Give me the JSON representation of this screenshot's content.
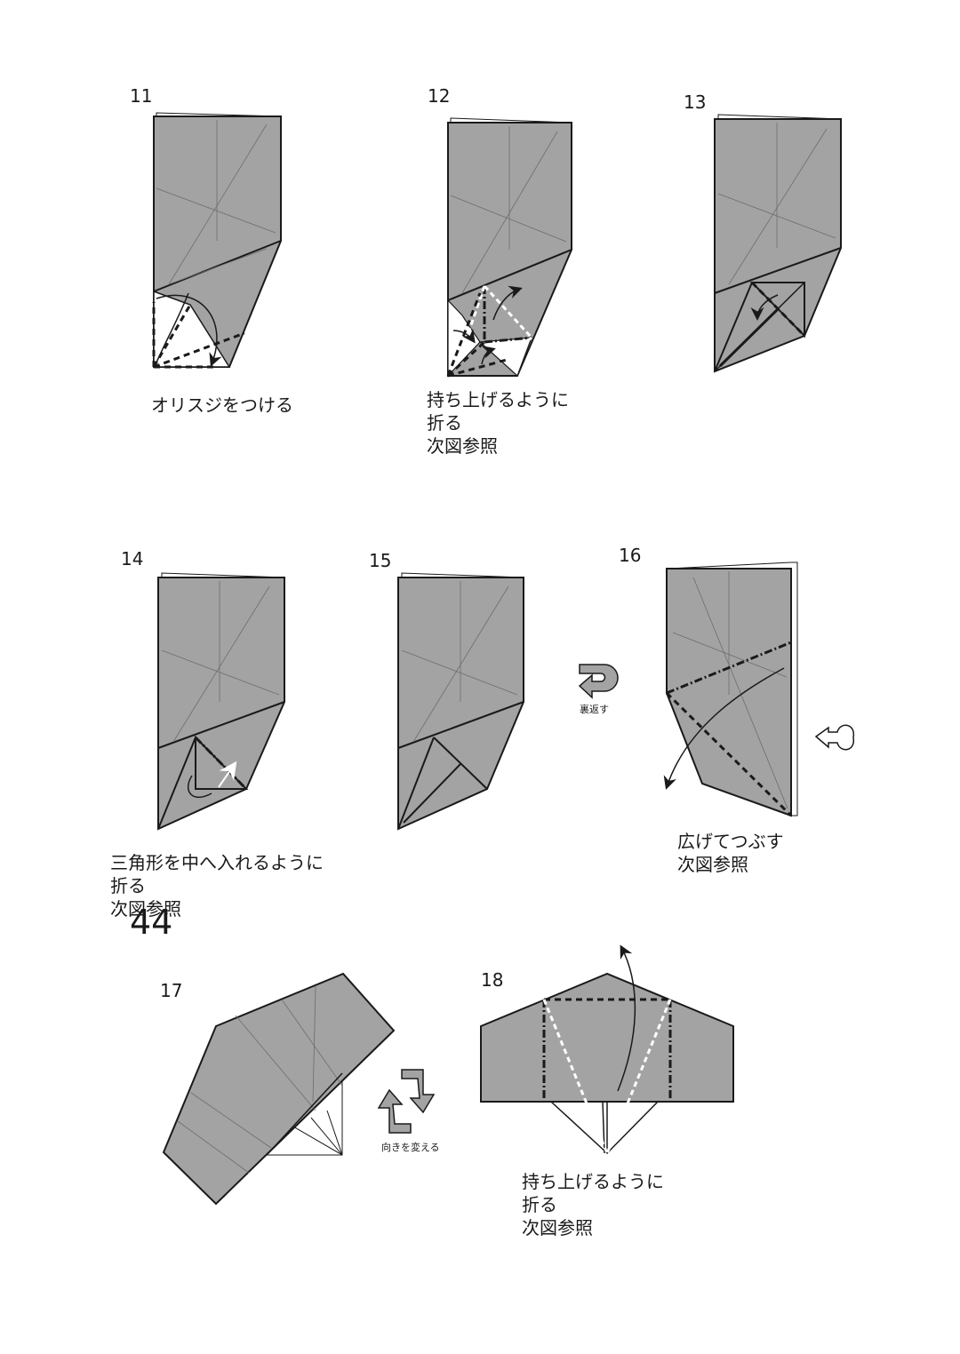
{
  "page_number": "44",
  "steps": [
    {
      "number": "11",
      "instruction": [
        "オリスジをつける"
      ]
    },
    {
      "number": "12",
      "instruction": [
        "持ち上げるように",
        "折る",
        "次図参照"
      ]
    },
    {
      "number": "13",
      "instruction": []
    },
    {
      "number": "14",
      "instruction": [
        "三角形を中へ入れるように",
        "折る",
        "次図参照"
      ]
    },
    {
      "number": "15",
      "instruction": []
    },
    {
      "number": "16",
      "instruction": [
        "広げてつぶす",
        "次図参照"
      ]
    },
    {
      "number": "17",
      "instruction": []
    },
    {
      "number": "18",
      "instruction": [
        "持ち上げるように",
        "折る",
        "次図参照"
      ]
    }
  ],
  "symbols": {
    "turn_over": "裏返す",
    "rotate": "向きを変える"
  },
  "colors": {
    "paper": "#a3a3a3",
    "outline": "#1a1a1a",
    "crease": "#6d6d6d",
    "background": "#ffffff"
  }
}
